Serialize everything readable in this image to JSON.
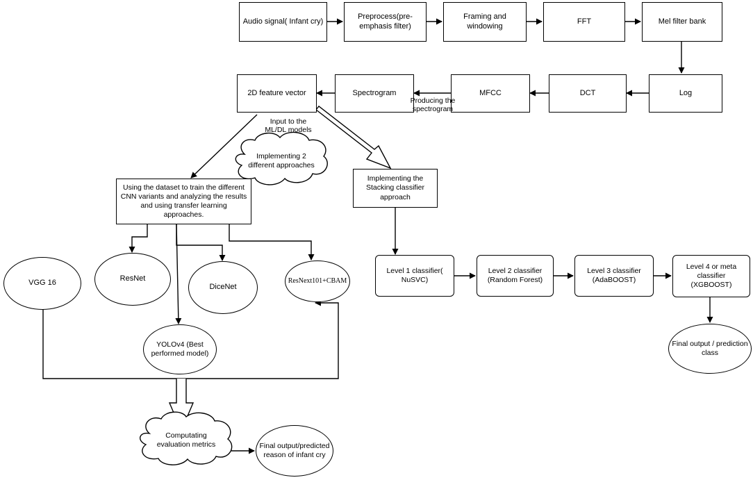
{
  "nodes": {
    "audio_signal": "Audio signal( Infant cry)",
    "preprocess": "Preprocess(pre-emphasis filter)",
    "framing": "Framing and windowing",
    "fft": "FFT",
    "mel_filter": "Mel filter bank",
    "log": "Log",
    "dct": "DCT",
    "mfcc": "MFCC",
    "spectrogram": "Spectrogram",
    "feature_vector": "2D feature vector",
    "train_cnn": "Using the dataset to train the different CNN variants and analyzing the results and using transfer learning approaches.",
    "stacking": "Implementing the Stacking classifier approach",
    "vgg16": "VGG 16",
    "resnet": "ResNet",
    "dicenet": "DiceNet",
    "resnext": "ResNext101+CBAM",
    "yolov4": "YOLOv4 (Best performed model)",
    "level1": "Level 1 classifier( NuSVC)",
    "level2": "Level 2 classifier (Random Forest)",
    "level3": "Level 3 classifier (AdaBOOST)",
    "level4": "Level 4 or meta classifier (XGBOOST)",
    "final_prediction": "Final output / prediction class",
    "eval_metrics": "Computating evaluation metrics",
    "final_reason": "Final output/predicted reason of infant cry"
  },
  "labels": {
    "producing_spectrogram": "Producing the spectrogram",
    "input_models": "Input to the ML/DL models",
    "two_approaches": "Implementing 2 different approaches"
  }
}
